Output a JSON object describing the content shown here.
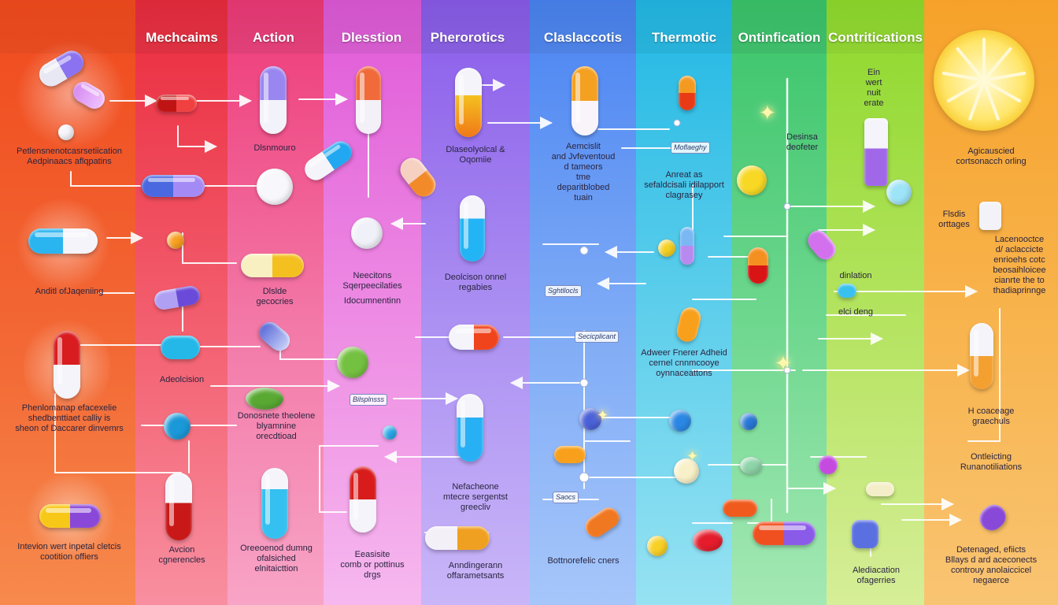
{
  "columns": [
    {
      "header": "Mechcaims",
      "color": "#f25a2a"
    },
    {
      "header": "Action",
      "color": "#ee3f5c"
    },
    {
      "header": "Dlesstion",
      "color": "#f06aa8"
    },
    {
      "header": "Pherorotics",
      "color": "#9a72ea"
    },
    {
      "header": "Claslaccotis",
      "color": "#5a8ef4"
    },
    {
      "header": "Thermotic",
      "color": "#32c0e0"
    },
    {
      "header": "Ontinfication",
      "color": "#58d06a"
    },
    {
      "header": "Contritications",
      "color": "#a4d83a"
    },
    {
      "header": "",
      "color": "#f6a93a"
    }
  ],
  "labels": [
    {
      "id": "l1",
      "text": "Petlensnenotcasrsetiication\nAedpinaacs aflqpatins"
    },
    {
      "id": "l2",
      "text": "Anditl ofJaqeniing"
    },
    {
      "id": "l3",
      "text": "Phenlomanap efacexelie\nshedbenttiaet calliy is\nsheon of Daccarer dinvemrs"
    },
    {
      "id": "l4",
      "text": "Intevion wert inpetal cletcis\ncootition offiers"
    },
    {
      "id": "l5",
      "text": "Dlsnmouro"
    },
    {
      "id": "l6",
      "text": "Dlslde\ngecocries"
    },
    {
      "id": "l7",
      "text": "Adeolcision"
    },
    {
      "id": "l8",
      "text": "Avcion\ncgnerencles"
    },
    {
      "id": "l9",
      "text": "Neecitons\nSqerpeecilaties"
    },
    {
      "id": "l10",
      "text": "Idocumnentinn"
    },
    {
      "id": "l11",
      "text": "Donosnete theolene\nblyamnine\norecdtioad"
    },
    {
      "id": "l12",
      "text": "Oreeoenod dumng\nofalsiched\nelnitaicttion"
    },
    {
      "id": "l13",
      "text": "Eeasisite\ncomb or pottinus\ndrgs"
    },
    {
      "id": "l14",
      "text": "Dlaseolyolcal &\nOqomiie"
    },
    {
      "id": "l15",
      "text": "Deolcison onnel\nregabies"
    },
    {
      "id": "l16",
      "text": "Nefacheone\nmtecre sergentst\ngreecliv"
    },
    {
      "id": "l17",
      "text": "Anndingerann\noffarametsants"
    },
    {
      "id": "l18",
      "text": "Aemcislit\nand Jvfeventoud\nd tameors\ntme\ndeparitblobed\ntuain"
    },
    {
      "id": "l19",
      "text": "Bottnorefelic cners"
    },
    {
      "id": "l20",
      "text": "Anreat as\nsefaldcisali idilapport\nclagrasey"
    },
    {
      "id": "l21",
      "text": "Adweer Fnerer Adheid\ncernel cnnmcooye\noynnaceattons"
    },
    {
      "id": "l22",
      "text": "Desinsa\ndeofeter"
    },
    {
      "id": "l23",
      "text": "Ein\nwert\nnuit\nerate"
    },
    {
      "id": "l24",
      "text": "dinlation"
    },
    {
      "id": "l25",
      "text": "elci deng"
    },
    {
      "id": "l26",
      "text": "Alediacation\nofagerries"
    },
    {
      "id": "l27",
      "text": "Agicauscied\ncortsonacch orling"
    },
    {
      "id": "l28",
      "text": "Flsdis\norttages"
    },
    {
      "id": "l29",
      "text": "Lacenooctce\nd/ aclaccicte\nenrioehs cotc\nbeosaihloicee\ncianrte the to\nthadiaprinnge"
    },
    {
      "id": "l30",
      "text": "H coaceage\ngraechuls"
    },
    {
      "id": "l31",
      "text": "Ontleicting\nRunanotiliations"
    },
    {
      "id": "l32",
      "text": "Detenaged, efiicts\nBllays d ard aceconects\ncontrouy anolaiccicel\nnegaerce"
    }
  ],
  "tags": [
    {
      "id": "t1",
      "text": "Sghtllocls"
    },
    {
      "id": "t2",
      "text": "Bilsplnsss"
    },
    {
      "id": "t3",
      "text": "Saocs"
    },
    {
      "id": "t4",
      "text": "Moflaeghy"
    },
    {
      "id": "t5",
      "text": "Secicplicant"
    }
  ]
}
